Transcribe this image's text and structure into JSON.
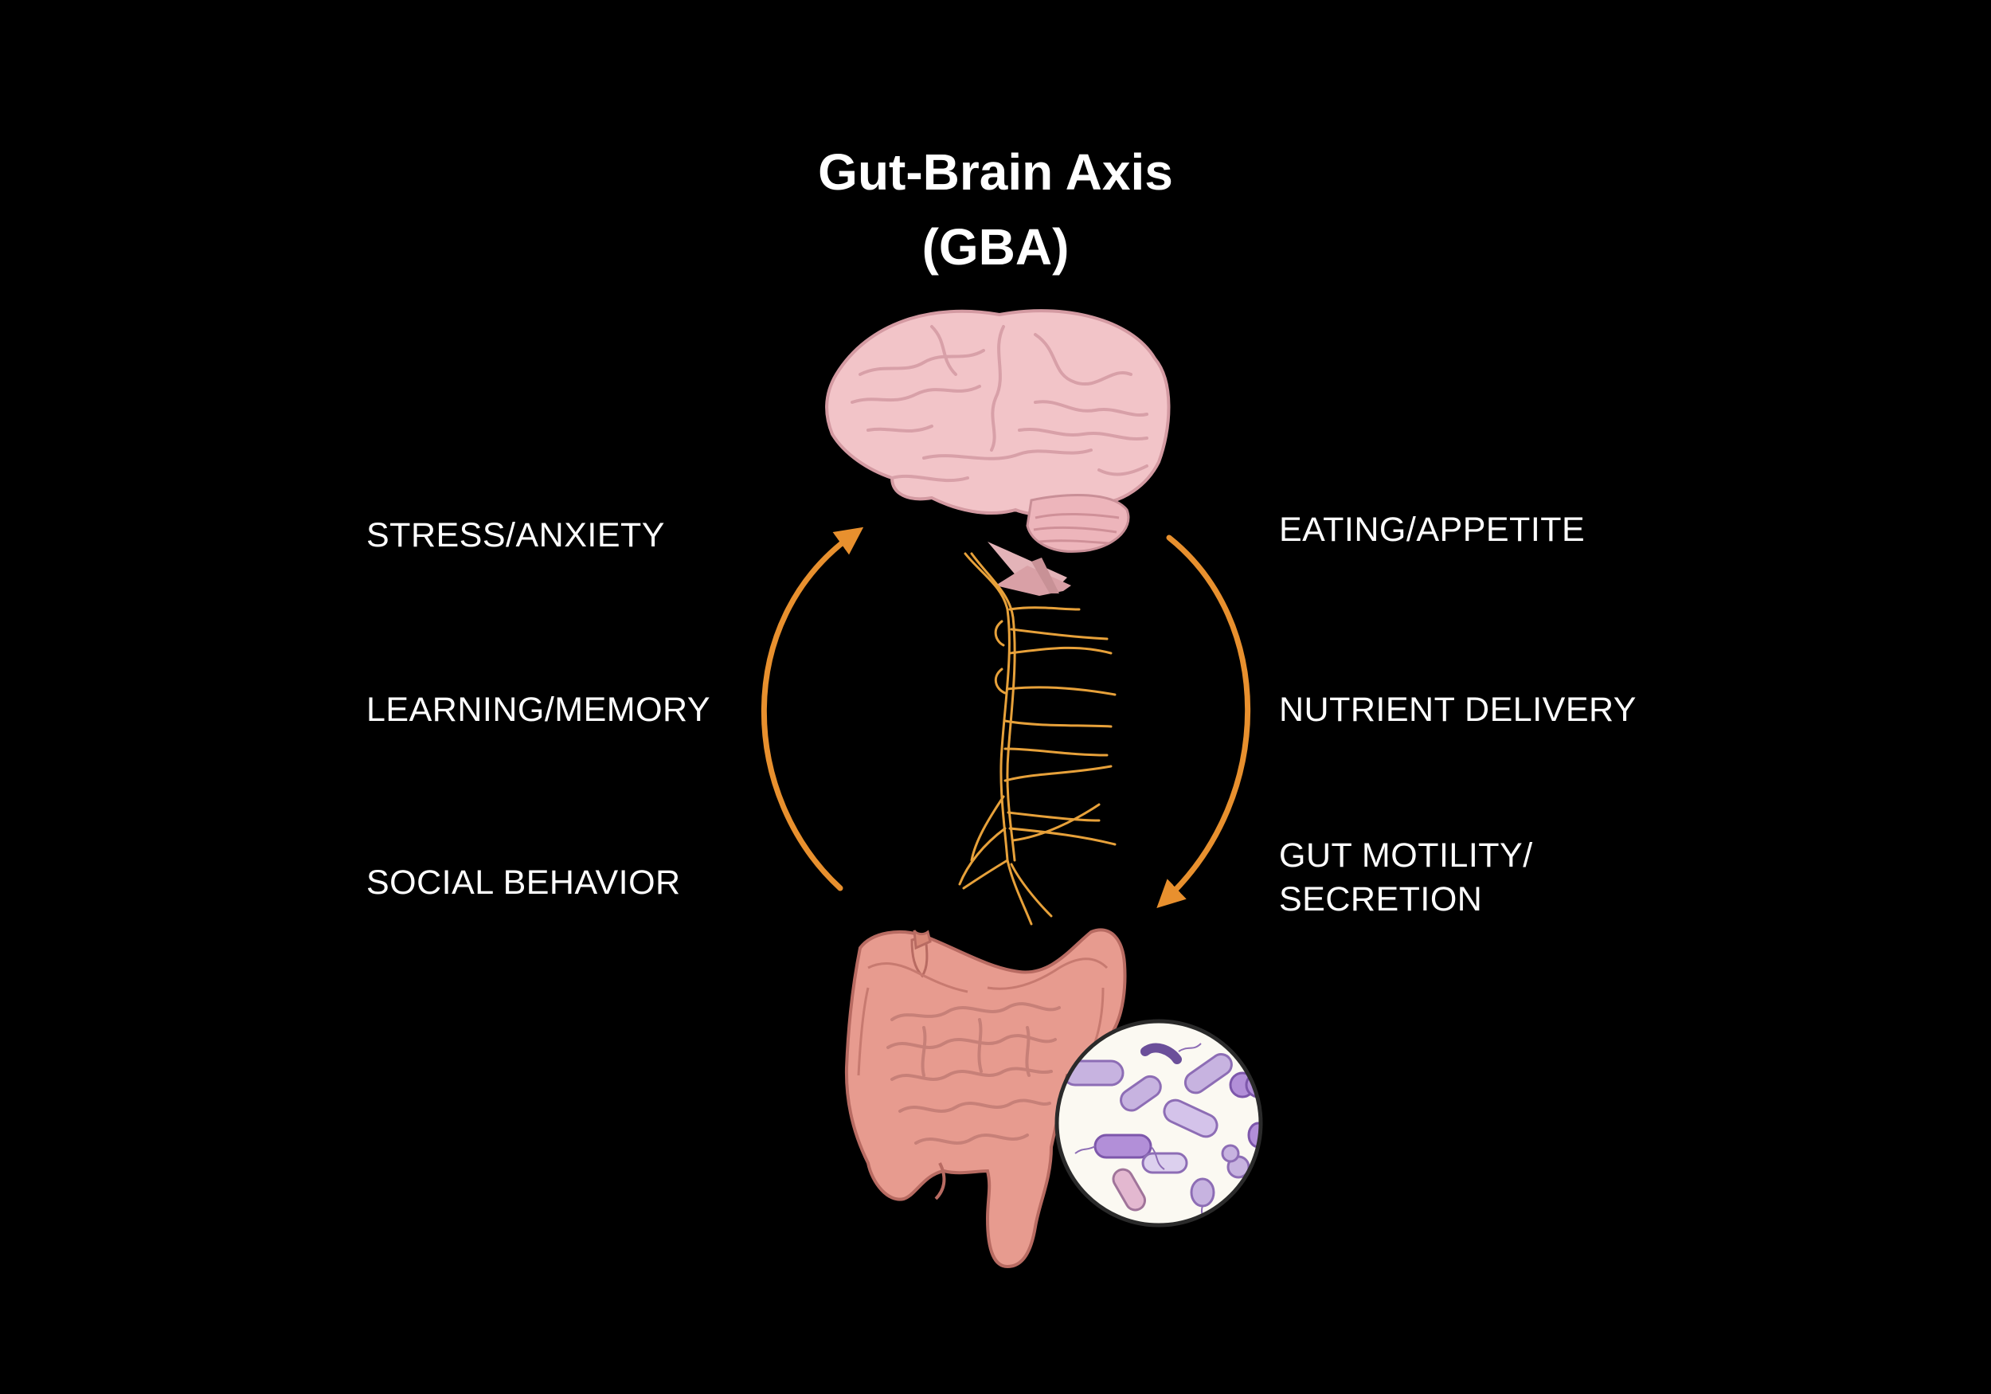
{
  "title": {
    "line1": "Gut-Brain Axis",
    "line2": "(GBA)"
  },
  "left_labels": [
    "STRESS/ANXIETY",
    "LEARNING/MEMORY",
    "SOCIAL BEHAVIOR"
  ],
  "right_labels": [
    "EATING/APPETITE",
    "NUTRIENT DELIVERY",
    "GUT MOTILITY/",
    "SECRETION"
  ],
  "colors": {
    "background": "#000000",
    "arrow": "#e8902e",
    "nerve": "#e7a13a",
    "brain": "#f2c4c8",
    "gut": "#e79b8f",
    "microbes": "#b39ad6"
  },
  "illustrations": [
    "brain-icon",
    "spinal-nerves-icon",
    "intestine-icon",
    "microbiome-magnifier-icon"
  ]
}
